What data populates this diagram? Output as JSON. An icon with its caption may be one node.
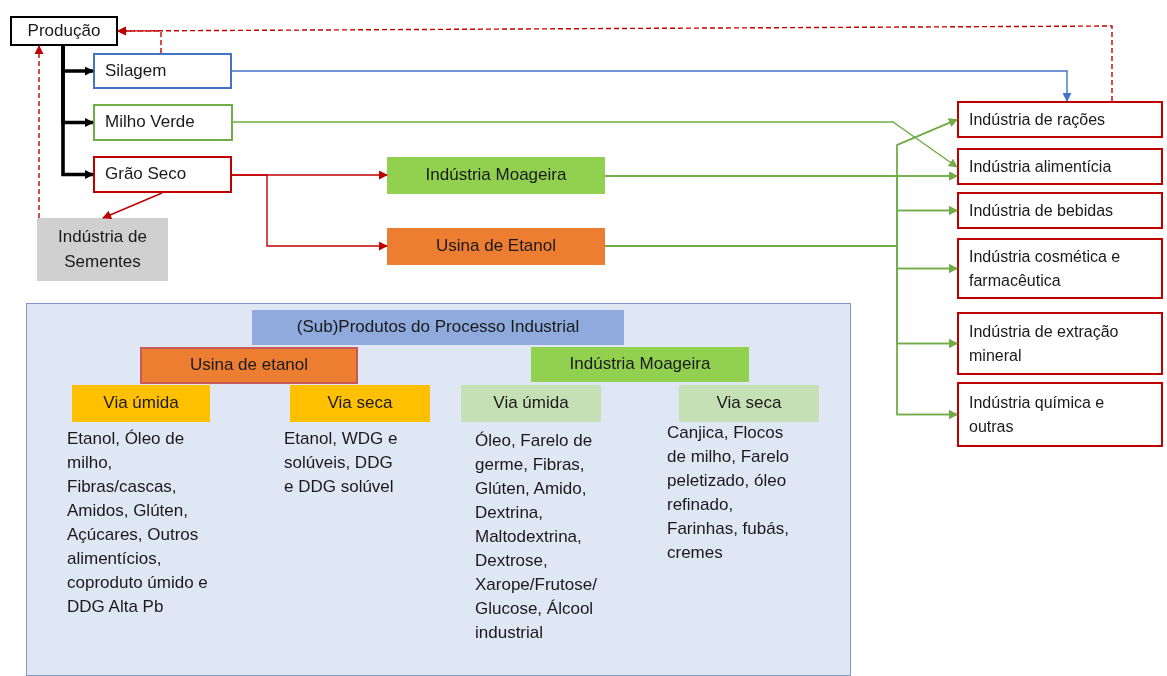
{
  "diagram": {
    "nodes": [
      {
        "text": [
          "Produção"
        ]
      },
      {
        "text": [
          "Silagem"
        ]
      },
      {
        "text": [
          "Milho Verde"
        ]
      },
      {
        "text": [
          "Grão Seco"
        ]
      },
      {
        "text": [
          "Indústria de Sementes"
        ]
      },
      {
        "text": [
          "Indústria Moageira"
        ]
      },
      {
        "text": [
          "Usina de Etanol"
        ]
      },
      {
        "text": [
          "Indústria de rações"
        ]
      },
      {
        "text": [
          "Indústria alimentícia"
        ]
      },
      {
        "text": [
          "Indústria de bebidas"
        ]
      },
      {
        "text": [
          "Indústria cosmética e farmacêutica"
        ]
      },
      {
        "text": [
          "Indústria de extração mineral"
        ]
      },
      {
        "text": [
          "Indústria química e outras"
        ]
      },
      {
        "text": [],
        "shape": "box"
      },
      {
        "text": [
          "(Sub)Produtos do Processo Industrial"
        ],
        "in": 13
      },
      {
        "text": [
          "Usina de etanol"
        ],
        "in": 13
      },
      {
        "text": [
          "Indústria Moageira"
        ],
        "in": 13
      },
      {
        "text": [
          "Via úmida"
        ],
        "in": 13,
        "beside": [
          "Etanol, Óleo de milho, Fibras/cascas, Amidos, Glúten, Açúcares, Outros alimentícios, coproduto úmido e DDG Alta Pb"
        ]
      },
      {
        "text": [
          "Via seca"
        ],
        "in": 13,
        "beside": [
          "Etanol, WDG e solúveis, DDG e DDG solúvel"
        ]
      },
      {
        "text": [
          "Via úmida"
        ],
        "in": 13,
        "beside": [
          "Óleo, Farelo de germe, Fibras, Glúten, Amido, Dextrina, Maltodextrina, Dextrose, Xarope/Frutose/ Glucose, Álcool industrial"
        ]
      },
      {
        "text": [
          "Via seca"
        ],
        "in": 13,
        "beside": [
          "Canjica, Flocos de milho, Farelo peletizado, óleo refinado, Farinhas, fubás, cremes"
        ]
      }
    ],
    "edges": [
      {
        "from": 0,
        "to": 1,
        "arrow": "to",
        "style": "thick",
        "color": "#000000"
      },
      {
        "from": 0,
        "to": 2,
        "arrow": "to",
        "style": "thick",
        "color": "#000000"
      },
      {
        "from": 0,
        "to": 3,
        "arrow": "to",
        "style": "thick",
        "color": "#000000"
      },
      {
        "from": 1,
        "to": 0,
        "arrow": "to",
        "style": "dashed",
        "color": "#c00000"
      },
      {
        "from": 7,
        "to": 0,
        "arrow": "to",
        "style": "dashed",
        "color": "#c00000"
      },
      {
        "from": 4,
        "to": 0,
        "arrow": "to",
        "style": "dashed",
        "color": "#c00000"
      },
      {
        "from": 3,
        "to": 4,
        "arrow": "to",
        "color": "#c00000"
      },
      {
        "from": 3,
        "to": 5,
        "arrow": "to",
        "color": "#c00000"
      },
      {
        "from": 3,
        "to": 6,
        "arrow": "to",
        "color": "#c00000"
      },
      {
        "from": 1,
        "to": 7,
        "arrow": "to",
        "color": "#4472c4"
      },
      {
        "from": 2,
        "to": 8,
        "arrow": "to"
      },
      {
        "from": 5,
        "to": 7,
        "arrow": "to"
      },
      {
        "from": 5,
        "to": 8,
        "arrow": "to"
      },
      {
        "from": 5,
        "to": 9,
        "arrow": "to"
      },
      {
        "from": 5,
        "to": 10,
        "arrow": "to"
      },
      {
        "from": 5,
        "to": 11,
        "arrow": "to"
      },
      {
        "from": 5,
        "to": 12,
        "arrow": "to"
      },
      {
        "from": 6,
        "to": 7,
        "arrow": "to"
      },
      {
        "from": 6,
        "to": 8,
        "arrow": "to"
      },
      {
        "from": 6,
        "to": 9,
        "arrow": "to"
      },
      {
        "from": 6,
        "to": 10,
        "arrow": "to"
      },
      {
        "from": 6,
        "to": 11,
        "arrow": "to"
      },
      {
        "from": 6,
        "to": 12,
        "arrow": "to"
      }
    ]
  }
}
